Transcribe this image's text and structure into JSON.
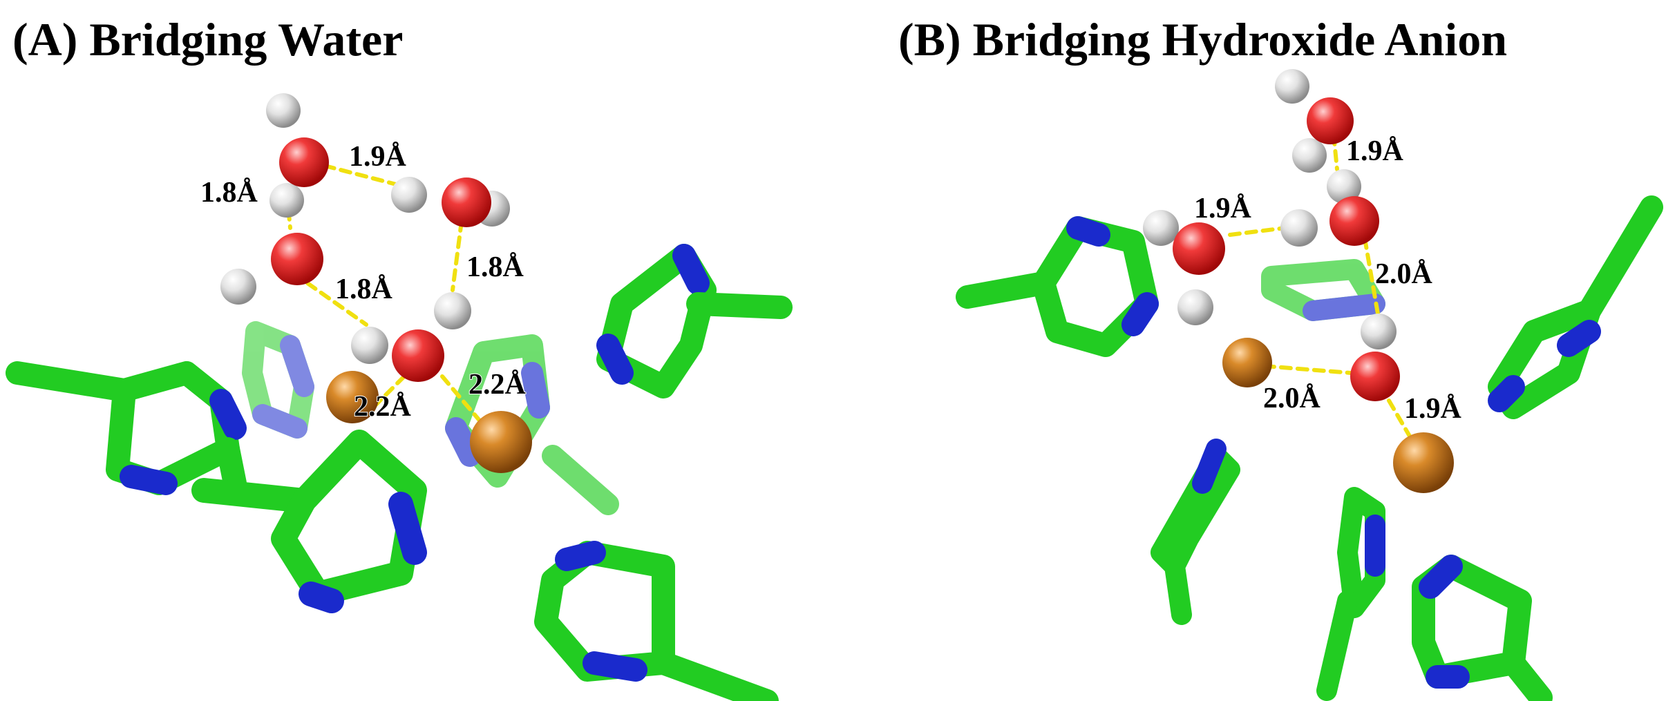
{
  "panels": [
    {
      "id": "A",
      "title": "(A) Bridging Water",
      "distances": [
        "1.9Å",
        "1.8Å",
        "1.8Å",
        "1.8Å",
        "2.2Å",
        "2.2Å"
      ]
    },
    {
      "id": "B",
      "title": "(B) Bridging Hydroxide Anion",
      "distances": [
        "1.9Å",
        "1.9Å",
        "2.0Å",
        "2.0Å",
        "1.9Å"
      ]
    }
  ],
  "colors": {
    "carbon": "#22cc22",
    "nitrogen": "#1a2acc",
    "oxygen": "#ee2222",
    "hydrogen": "#e6e6e6",
    "copper": "#c87a22",
    "hbond": "#f0e010"
  }
}
